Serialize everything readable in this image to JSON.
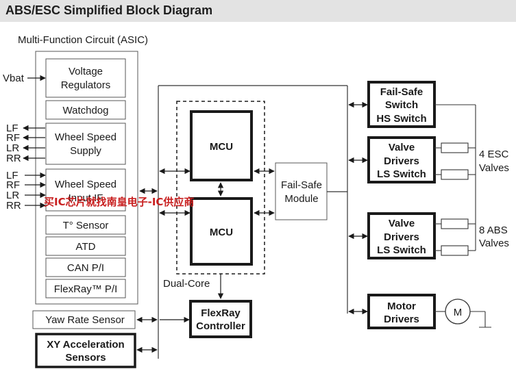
{
  "title": "ABS/ESC Simplified Block Diagram",
  "asic": {
    "label": "Multi-Function Circuit (ASIC)",
    "blocks": {
      "voltage_line1": "Voltage",
      "voltage_line2": "Regulators",
      "watchdog": "Watchdog",
      "wss_line1": "Wheel Speed",
      "wss_line2": "Supply",
      "wsi_line1": "Wheel Speed",
      "wsi_line2": "Input IF",
      "temp_sensor": "T° Sensor",
      "atd": "ATD",
      "can": "CAN P/I",
      "flexray_pi": "FlexRay™ P/I"
    }
  },
  "inputs": {
    "vbat": "Vbat",
    "supply_wheels": [
      "LF",
      "RF",
      "LR",
      "RR"
    ],
    "input_wheels": [
      "LF",
      "RF",
      "LR",
      "RR"
    ]
  },
  "sensors": {
    "yaw": "Yaw Rate Sensor",
    "xy_line1": "XY Acceleration",
    "xy_line2": "Sensors"
  },
  "core": {
    "mcu_top": "MCU",
    "mcu_bottom": "MCU",
    "dual_core": "Dual-Core",
    "flexray_ctrl_line1": "FlexRay",
    "flexray_ctrl_line2": "Controller"
  },
  "failsafe_module": {
    "line1": "Fail-Safe",
    "line2": "Module"
  },
  "outputs": {
    "hs_switch": [
      "Fail-Safe",
      "Switch",
      "HS Switch"
    ],
    "valve_esc": [
      "Valve",
      "Drivers",
      "LS Switch"
    ],
    "valve_abs": [
      "Valve",
      "Drivers",
      "LS Switch"
    ],
    "motor_line1": "Motor",
    "motor_line2": "Drivers",
    "motor_symbol": "M"
  },
  "valves": {
    "esc_line1": "4 ESC",
    "esc_line2": "Valves",
    "abs_line1": "8 ABS",
    "abs_line2": "Valves"
  },
  "watermark": "买IC芯片就找南皇电子-IC供应商"
}
